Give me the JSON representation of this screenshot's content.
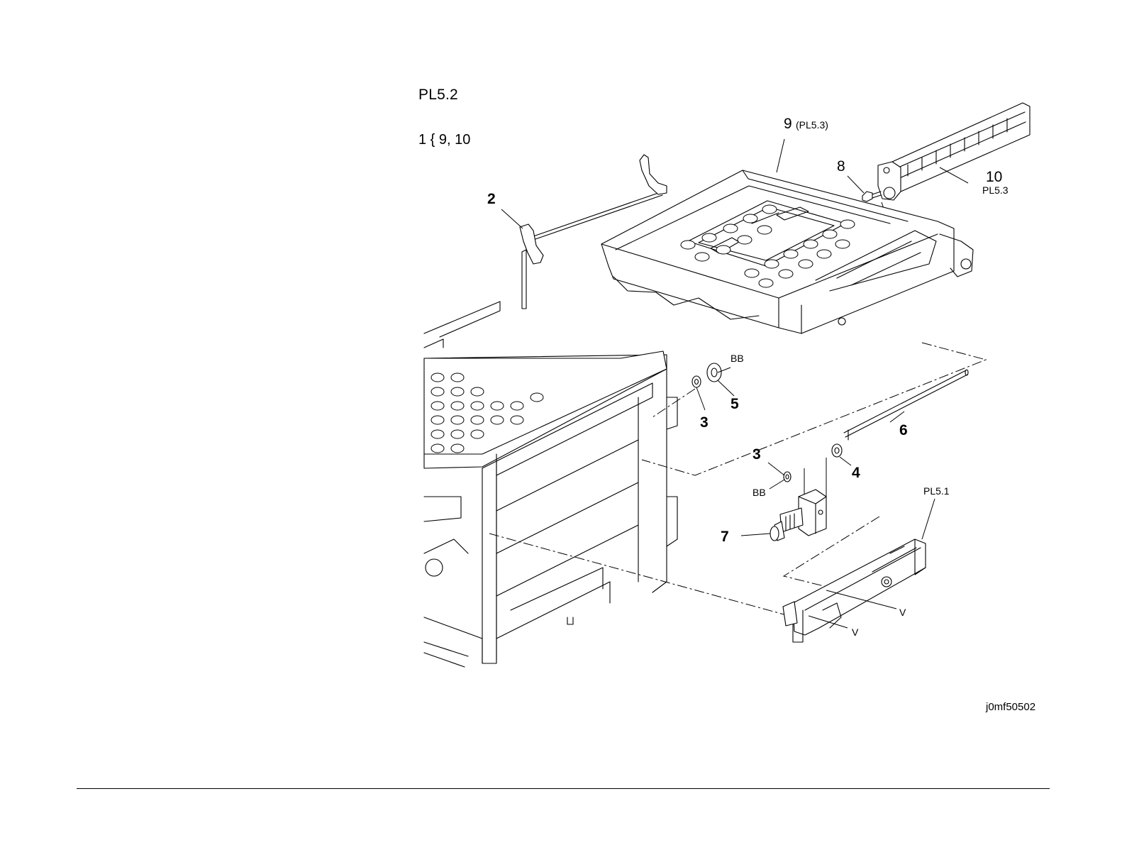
{
  "header": {
    "plate_id": "PL5.2",
    "note": "1 { 9, 10"
  },
  "callouts": {
    "c2": "2",
    "c3a": "3",
    "c3b": "3",
    "c4": "4",
    "c5": "5",
    "c6": "6",
    "c7": "7",
    "c8": "8",
    "c9": "9",
    "c9_ref": "(PL5.3)",
    "c10": "10",
    "c10_ref": "PL5.3",
    "bb_top": "BB",
    "bb_bottom": "BB",
    "pl51": "PL5.1",
    "v_right": "V",
    "v_left": "V"
  },
  "footer": {
    "figure_id": "j0mf50502"
  }
}
